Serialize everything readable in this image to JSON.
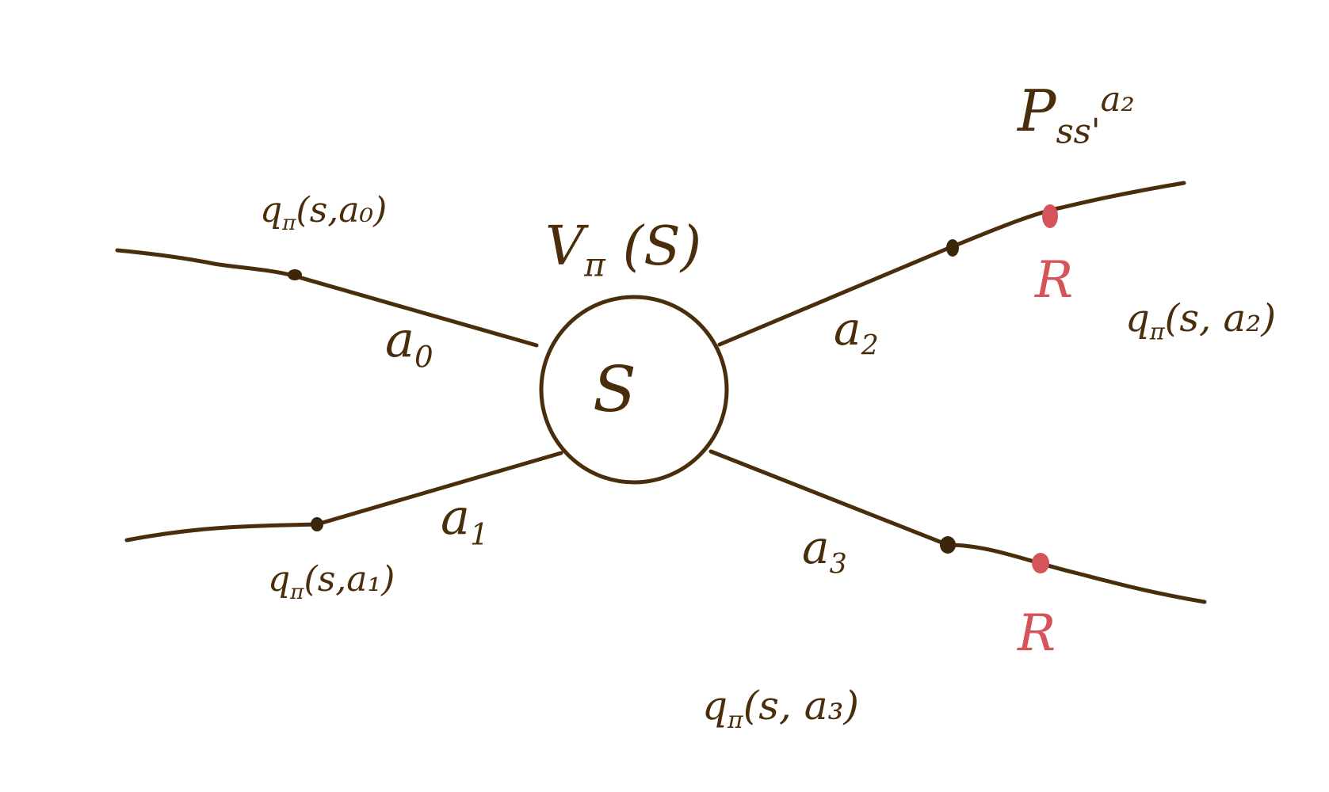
{
  "diagram": {
    "node": {
      "label": "S",
      "value": {
        "symbol": "V",
        "sub": "π",
        "arg": "(S)"
      }
    },
    "actions": [
      {
        "id": "a0",
        "name": "a",
        "sub": "0",
        "q": {
          "symbol": "q",
          "sub": "π",
          "arg": "(s,a₀)"
        }
      },
      {
        "id": "a1",
        "name": "a",
        "sub": "1",
        "q": {
          "symbol": "q",
          "sub": "π",
          "arg": "(s,a₁)"
        }
      },
      {
        "id": "a2",
        "name": "a",
        "sub": "2",
        "q": {
          "symbol": "q",
          "sub": "π",
          "arg": "(s, a₂)"
        }
      },
      {
        "id": "a3",
        "name": "a",
        "sub": "3",
        "q": {
          "symbol": "q",
          "sub": "π",
          "arg": "(s, a₃)"
        }
      }
    ],
    "transition": {
      "symbol": "P",
      "sub": "ss'",
      "sup": "a₂"
    },
    "rewards": [
      "R",
      "R"
    ],
    "colors": {
      "ink": "#4a2e0c",
      "reward": "#d4545a",
      "background": "#ffffff"
    }
  }
}
